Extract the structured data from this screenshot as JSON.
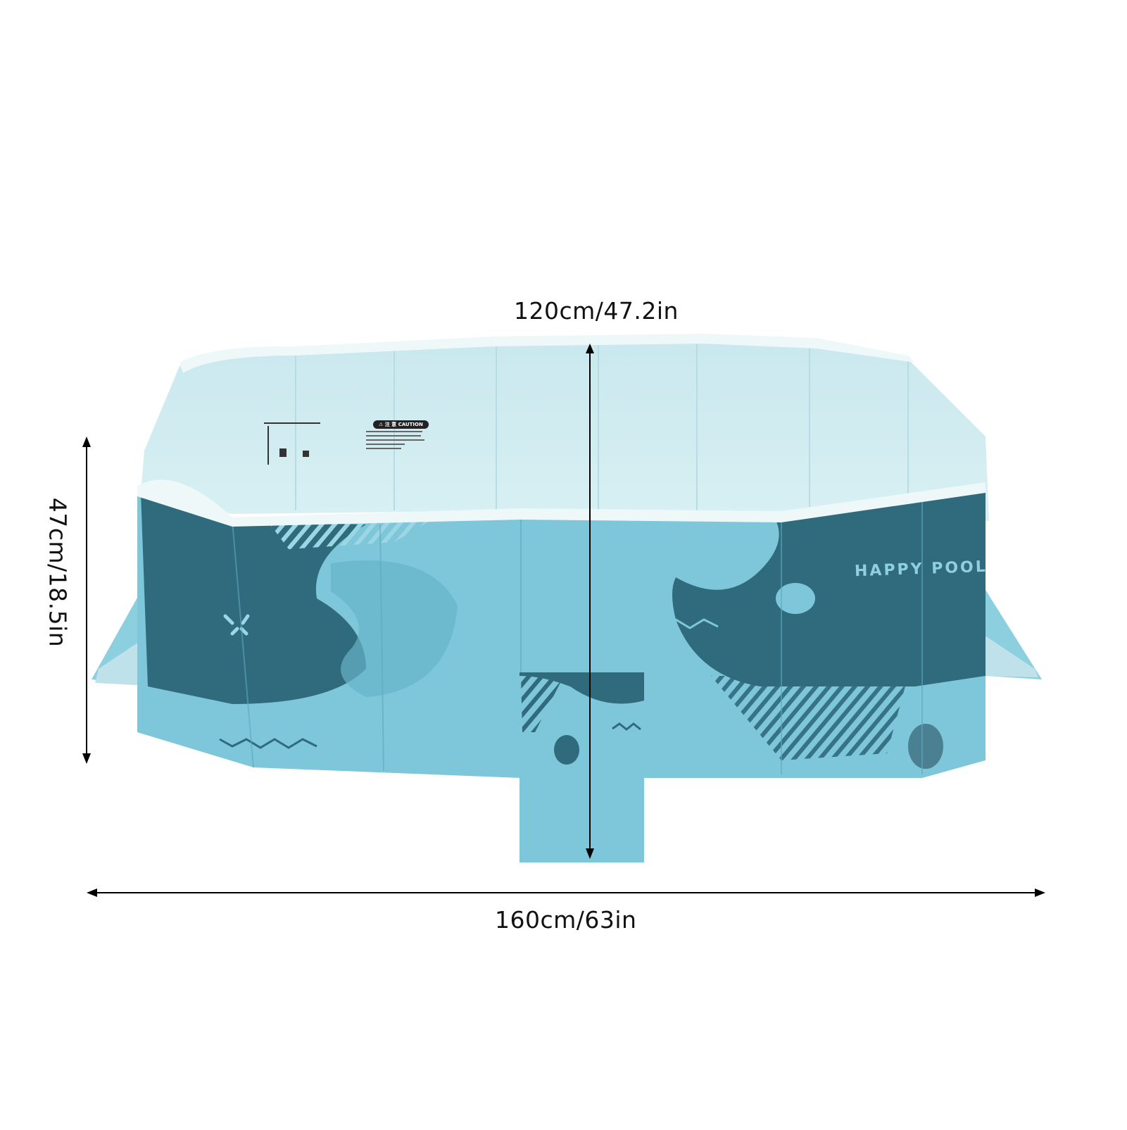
{
  "image": {
    "subject": "Foldable rectangular pool with dimension callouts",
    "background_color": "#ffffff"
  },
  "dimensions": {
    "depth_label": "120cm/47.2in",
    "height_label": "47cm/18.5in",
    "width_label": "160cm/63in"
  },
  "product": {
    "brand_text": "HAPPY POOL",
    "caution_label": "⚠ 注 意  CAUTION",
    "colors": {
      "outer_light": "#7ec6da",
      "outer_dark": "#2f6a7d",
      "inner": "#d2ecf0",
      "rim": "#eef8f9",
      "accent_text": "#8fd0de"
    }
  }
}
